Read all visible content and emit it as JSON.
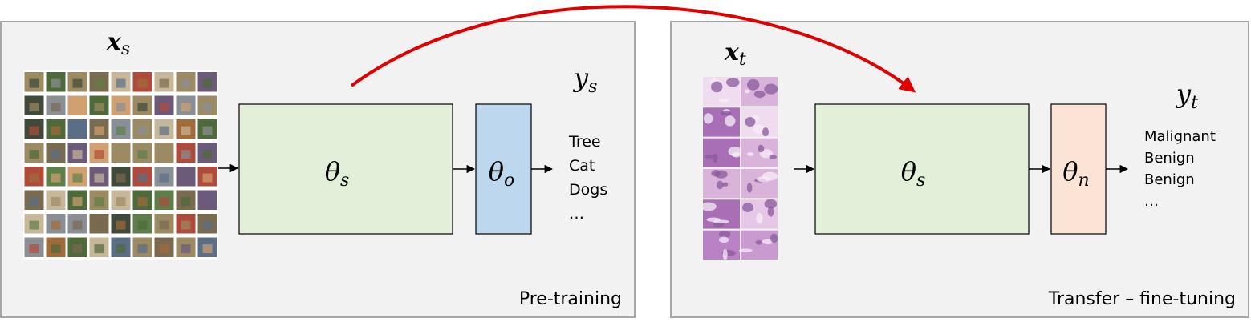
{
  "pretraining": {
    "input_symbol": "x",
    "input_subscript": "s",
    "output_symbol": "y",
    "output_subscript": "s",
    "shared_block_symbol": "θ",
    "shared_block_subscript": "s",
    "head_symbol": "θ",
    "head_subscript": "o",
    "outputs": [
      "Tree",
      "Cat",
      "Dogs",
      "…"
    ],
    "panel_label": "Pre-training",
    "grid": {
      "rows": 8,
      "cols": 9
    }
  },
  "transfer": {
    "input_symbol": "x",
    "input_subscript": "t",
    "output_symbol": "y",
    "output_subscript": "t",
    "shared_block_symbol": "θ",
    "shared_block_subscript": "s",
    "head_symbol": "θ",
    "head_subscript": "n",
    "outputs": [
      "Malignant",
      "Benign",
      "Benign",
      "…"
    ],
    "panel_label": "Transfer – fine-tuning",
    "grid": {
      "rows": 6,
      "cols": 2
    }
  },
  "colors": {
    "panel_fill": "#f2f2f2",
    "panel_border": "#a6a6a6",
    "shared_block": "#e2efd9",
    "head_pretrain": "#bdd7ee",
    "head_transfer": "#fbe4d5",
    "transfer_arrow": "#e00000",
    "photo_palette": [
      "#7a6a4f",
      "#4f6a3a",
      "#8a8f96",
      "#b04a3a",
      "#5a6f86",
      "#9c8a62",
      "#3f4a3a",
      "#c7b79a",
      "#6b5a7a",
      "#a36a3a",
      "#5f7f4a",
      "#d0a070"
    ],
    "histology_palette": [
      "#d9b3d9",
      "#c99ad0",
      "#e6c8e6",
      "#b882c4",
      "#f0dcef",
      "#a86fb6"
    ]
  }
}
